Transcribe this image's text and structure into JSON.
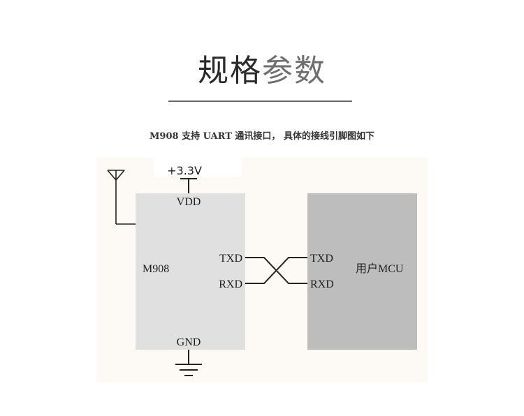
{
  "title_dark": "规格",
  "title_light": "参数",
  "subtitle": "M908 支持 UART 通讯接口， 具体的接线引脚图如下",
  "diagram": {
    "supply_label": "+3.3V",
    "vdd_label": "VDD",
    "gnd_label": "GND",
    "module_label": "M908",
    "module_txd": "TXD",
    "module_rxd": "RXD",
    "mcu_txd": "TXD",
    "mcu_rxd": "RXD",
    "mcu_label": "用户MCU"
  },
  "colors": {
    "panel_bg": "#fdfaf6",
    "module_fill": "#e0e0e0",
    "mcu_fill": "#bdbdbd",
    "line": "#222222"
  }
}
